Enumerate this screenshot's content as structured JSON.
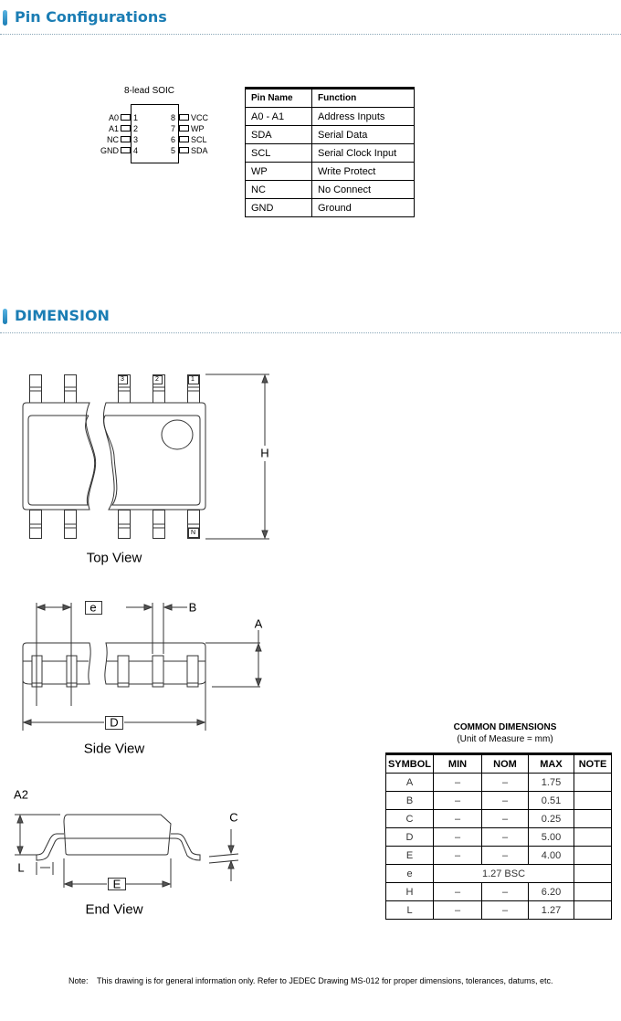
{
  "sections": {
    "pin_config_title": "Pin Configurations",
    "dimension_title": "DIMENSION"
  },
  "soic": {
    "title": "8-lead SOIC",
    "left_pins": [
      {
        "name": "A0",
        "num": "1"
      },
      {
        "name": "A1",
        "num": "2"
      },
      {
        "name": "NC",
        "num": "3"
      },
      {
        "name": "GND",
        "num": "4"
      }
    ],
    "right_pins": [
      {
        "name": "VCC",
        "num": "8"
      },
      {
        "name": "WP",
        "num": "7"
      },
      {
        "name": "SCL",
        "num": "6"
      },
      {
        "name": "SDA",
        "num": "5"
      }
    ]
  },
  "pin_table": {
    "headers": [
      "Pin Name",
      "Function"
    ],
    "rows": [
      [
        "A0 - A1",
        "Address Inputs"
      ],
      [
        "SDA",
        "Serial Data"
      ],
      [
        "SCL",
        "Serial Clock Input"
      ],
      [
        "WP",
        "Write Protect"
      ],
      [
        "NC",
        "No Connect"
      ],
      [
        "GND",
        "Ground"
      ]
    ]
  },
  "drawing": {
    "top_view": "Top View",
    "side_view": "Side View",
    "end_view": "End View",
    "pin_marks": [
      "3",
      "2",
      "1",
      "N"
    ],
    "dims": {
      "H": "H",
      "e": "e",
      "B": "B",
      "A": "A",
      "D": "D",
      "A2": "A2",
      "L": "L",
      "E": "E",
      "C": "C"
    }
  },
  "common_dimensions": {
    "title": "COMMON DIMENSIONS",
    "subtitle": "(Unit of Measure = mm)",
    "headers": [
      "SYMBOL",
      "MIN",
      "NOM",
      "MAX",
      "NOTE"
    ],
    "rows": [
      [
        "A",
        "–",
        "–",
        "1.75",
        ""
      ],
      [
        "B",
        "–",
        "–",
        "0.51",
        ""
      ],
      [
        "C",
        "–",
        "–",
        "0.25",
        ""
      ],
      [
        "D",
        "–",
        "–",
        "5.00",
        ""
      ],
      [
        "E",
        "–",
        "–",
        "4.00",
        ""
      ],
      [
        "e",
        "1.27 BSC"
      ],
      [
        "H",
        "–",
        "–",
        "6.20",
        ""
      ],
      [
        "L",
        "–",
        "–",
        "1.27",
        ""
      ]
    ]
  },
  "note": {
    "label": "Note:",
    "text": "This drawing is for general information only. Refer to JEDEC Drawing MS-012 for proper dimensions, tolerances, datums, etc."
  }
}
